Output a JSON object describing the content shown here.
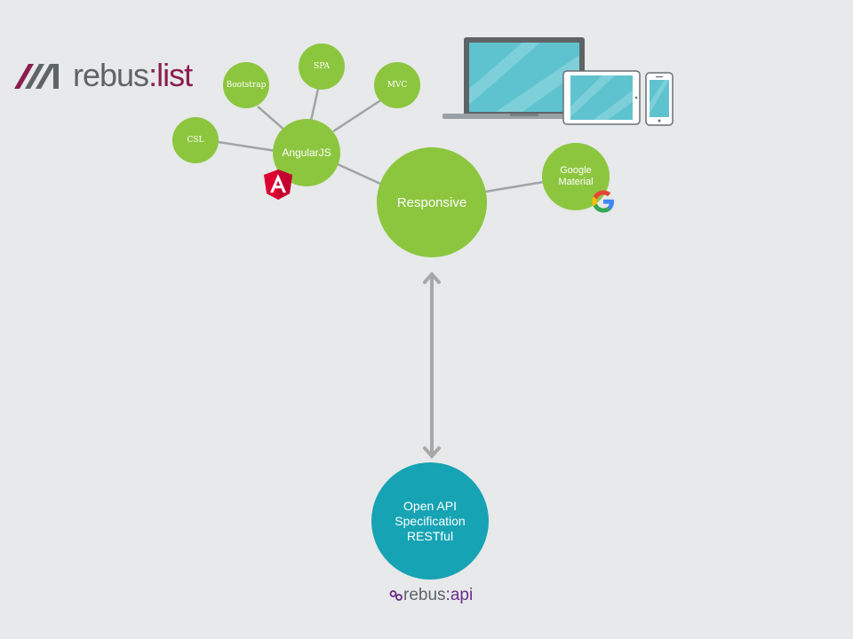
{
  "logo": {
    "brand": "rebus",
    "separator": ":",
    "product": "list",
    "accent_color": "#8b1d4f",
    "text_color": "#5f6467"
  },
  "nodes": {
    "csl": "CSL",
    "bootstrap": "Bootstrap",
    "spa": "SPA",
    "mvc": "MVC",
    "angularjs": "AngularJS",
    "responsive": "Responsive",
    "google_material_line1": "Google",
    "google_material_line2": "Material",
    "api_line1": "Open API",
    "api_line2": "Specification",
    "api_line3": "RESTful"
  },
  "api_logo": {
    "brand": "rebus",
    "separator": ":",
    "product": "api",
    "accent_color": "#6a2c8a"
  },
  "colors": {
    "node_green": "#8cc63f",
    "node_teal": "#16a3b4",
    "connector": "#a0a4a6",
    "background": "#e7e9ea"
  },
  "icons": {
    "angular": "angular-icon",
    "google": "google-icon",
    "devices": "devices-icon"
  }
}
